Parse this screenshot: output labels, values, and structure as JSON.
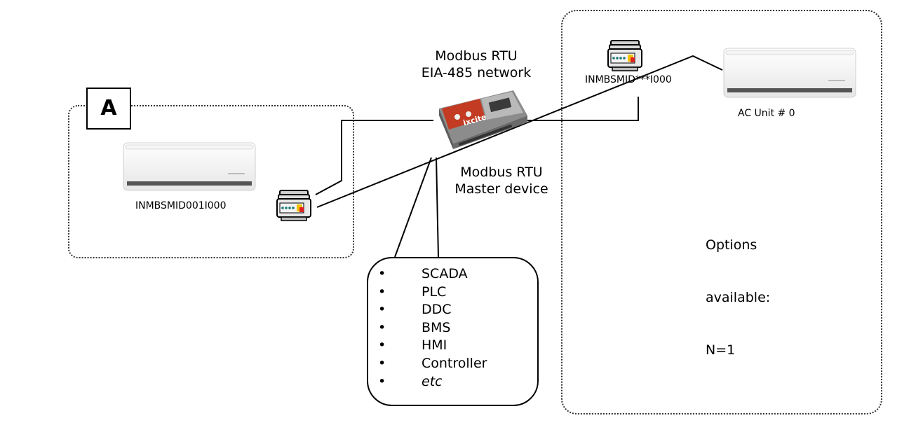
{
  "group_a": {
    "label": "A",
    "device_label": "INMBSMID001I000"
  },
  "network": {
    "title_line1": "Modbus RTU",
    "title_line2": "EIA-485 network"
  },
  "master": {
    "title_line1": "Modbus RTU",
    "title_line2": "Master device",
    "controller_brand": "ixcite"
  },
  "bubble": {
    "items": [
      "SCADA",
      "PLC",
      "DDC",
      "BMS",
      "HMI",
      "Controller",
      "etc"
    ]
  },
  "group_n": {
    "device_label": "INMBSMID***I000",
    "ac_label": "AC Unit # 0",
    "options_line1": "Options",
    "options_line2": "available:",
    "options_line3": "N=1"
  }
}
